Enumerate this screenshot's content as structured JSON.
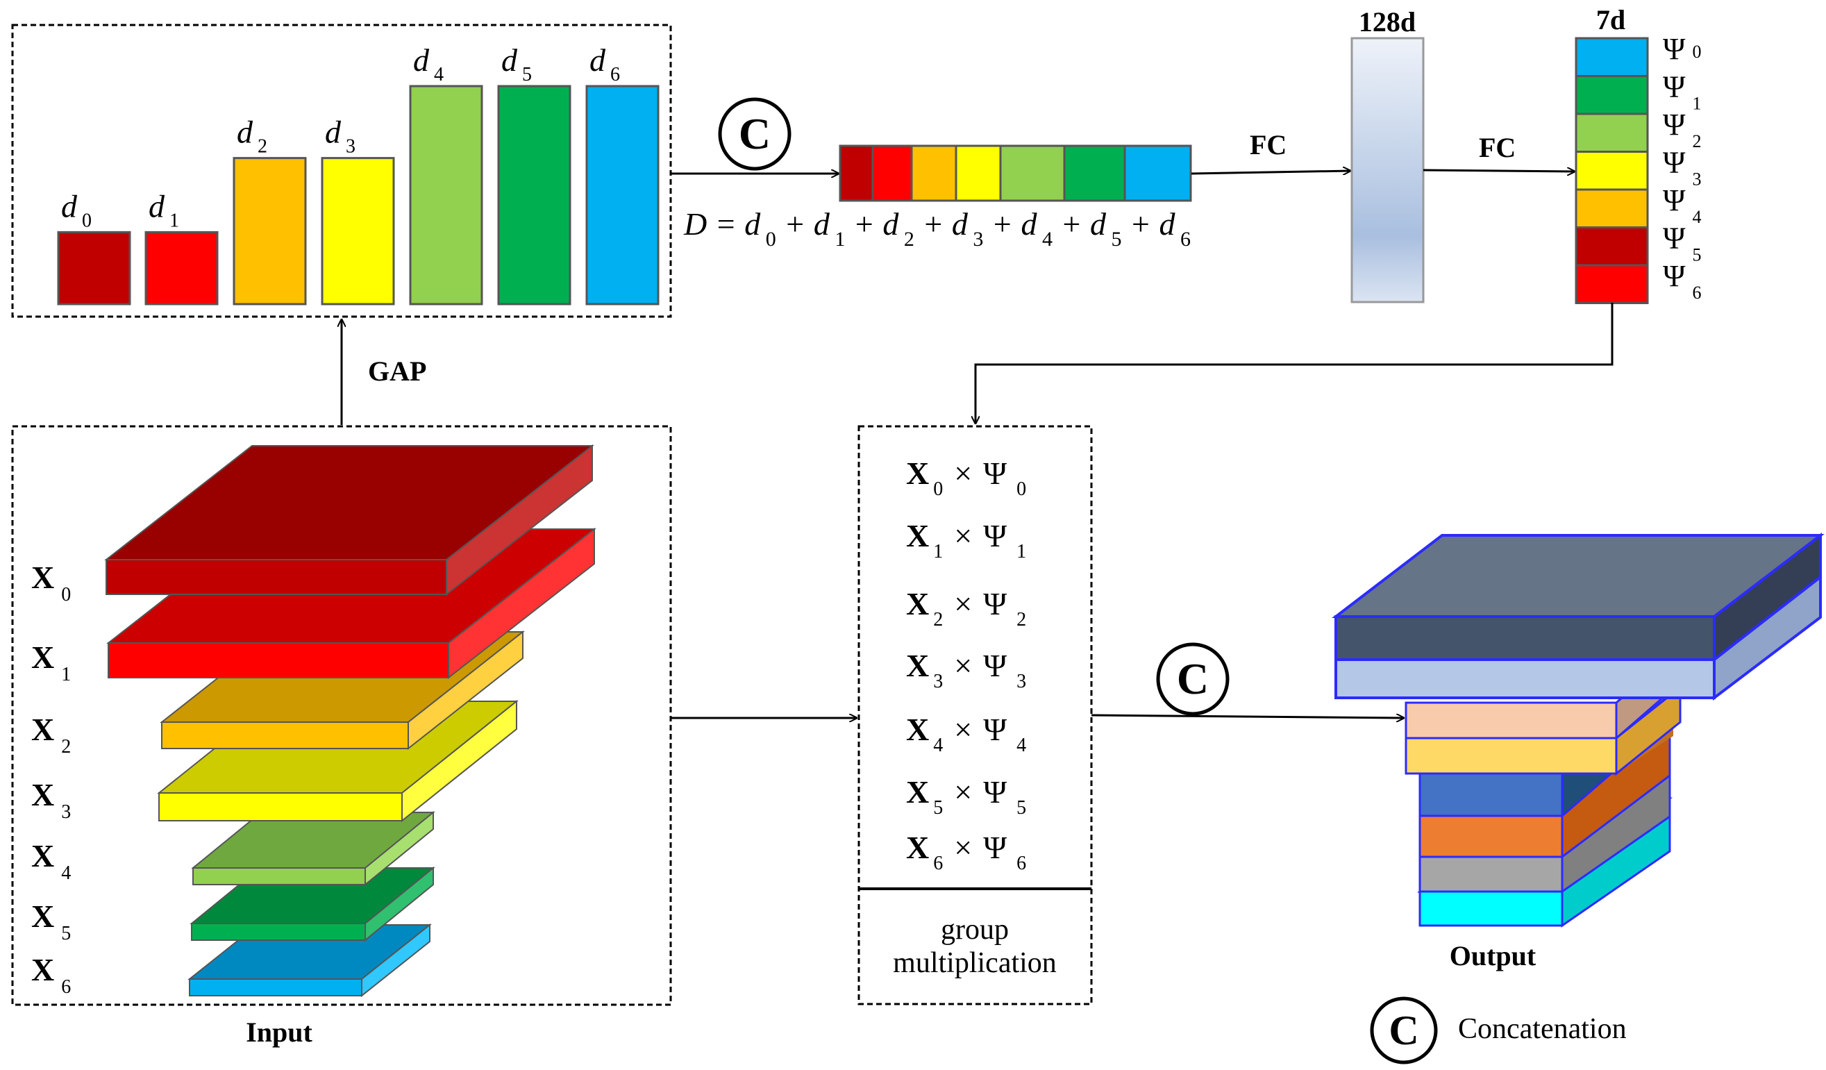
{
  "colors": {
    "d0": "#c00000",
    "d1": "#ff0000",
    "d2": "#ffc000",
    "d3": "#ffff00",
    "d4": "#92d050",
    "d5": "#00b050",
    "d6": "#00b0f0",
    "fc_gradient_top": "#eef2f9",
    "fc_gradient_mid": "#a9bfdf",
    "box_line": "#000000"
  },
  "pooled_bars": [
    {
      "var": "d",
      "sub": "0",
      "level": 0.33
    },
    {
      "var": "d",
      "sub": "1",
      "level": 0.33
    },
    {
      "var": "d",
      "sub": "2",
      "level": 0.67
    },
    {
      "var": "d",
      "sub": "3",
      "level": 0.67
    },
    {
      "var": "d",
      "sub": "4",
      "level": 1.0
    },
    {
      "var": "d",
      "sub": "5",
      "level": 1.0
    },
    {
      "var": "d",
      "sub": "6",
      "level": 1.0
    }
  ],
  "gap_label": "GAP",
  "concat_symbol": "C",
  "equation": {
    "lhs": "D",
    "eq": "=",
    "plus": "+",
    "terms": [
      {
        "var": "d",
        "sub": "0"
      },
      {
        "var": "d",
        "sub": "1"
      },
      {
        "var": "d",
        "sub": "2"
      },
      {
        "var": "d",
        "sub": "3"
      },
      {
        "var": "d",
        "sub": "4"
      },
      {
        "var": "d",
        "sub": "5"
      },
      {
        "var": "d",
        "sub": "6"
      }
    ]
  },
  "fc_labels": [
    "FC",
    "FC"
  ],
  "dims": {
    "hidden": "128d",
    "out": "7d"
  },
  "psi_list": [
    {
      "sym": "Ψ",
      "sub": "0",
      "color": "#00b0f0"
    },
    {
      "sym": "Ψ",
      "sub": "1",
      "color": "#00b050"
    },
    {
      "sym": "Ψ",
      "sub": "2",
      "color": "#92d050"
    },
    {
      "sym": "Ψ",
      "sub": "3",
      "color": "#ffff00"
    },
    {
      "sym": "Ψ",
      "sub": "4",
      "color": "#ffc000"
    },
    {
      "sym": "Ψ",
      "sub": "5",
      "color": "#c00000"
    },
    {
      "sym": "Ψ",
      "sub": "6",
      "color": "#ff0000"
    }
  ],
  "input_labels": [
    {
      "var": "X",
      "sub": "0"
    },
    {
      "var": "X",
      "sub": "1"
    },
    {
      "var": "X",
      "sub": "2"
    },
    {
      "var": "X",
      "sub": "3"
    },
    {
      "var": "X",
      "sub": "4"
    },
    {
      "var": "X",
      "sub": "5"
    },
    {
      "var": "X",
      "sub": "6"
    }
  ],
  "input_caption": "Input",
  "products": [
    {
      "x": "X",
      "xs": "0",
      "times": "×",
      "p": "Ψ",
      "ps": "0"
    },
    {
      "x": "X",
      "xs": "1",
      "times": "×",
      "p": "Ψ",
      "ps": "1"
    },
    {
      "x": "X",
      "xs": "2",
      "times": "×",
      "p": "Ψ",
      "ps": "2"
    },
    {
      "x": "X",
      "xs": "3",
      "times": "×",
      "p": "Ψ",
      "ps": "3"
    },
    {
      "x": "X",
      "xs": "4",
      "times": "×",
      "p": "Ψ",
      "ps": "4"
    },
    {
      "x": "X",
      "xs": "5",
      "times": "×",
      "p": "Ψ",
      "ps": "5"
    },
    {
      "x": "X",
      "xs": "6",
      "times": "×",
      "p": "Ψ",
      "ps": "6"
    }
  ],
  "group_caption": [
    "group",
    "multiplication"
  ],
  "output_caption": "Output",
  "legend": {
    "symbol": "C",
    "text": "Concatenation"
  }
}
